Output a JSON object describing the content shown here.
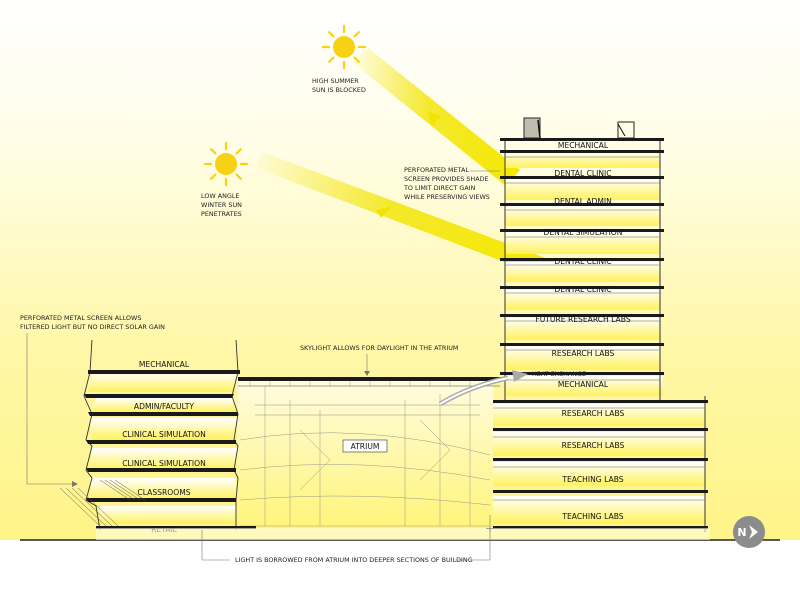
{
  "annotations": {
    "summer_sun": [
      "HIGH SUMMER",
      "SUN IS BLOCKED"
    ],
    "winter_sun": [
      "LOW ANGLE",
      "WINTER SUN",
      "PENETRATES"
    ],
    "tower_screen": [
      "PERFORATED  METAL",
      "SCREEN PROVIDES SHADE",
      "TO LIMIT DIRECT GAIN",
      "WHILE PRESERVING VIEWS"
    ],
    "west_screen": [
      "PERFORATED METAL SCREEN ALLOWS",
      "FILTERED LIGHT BUT NO DIRECT SOLAR GAIN"
    ],
    "skylight": "SKYLIGHT ALLOWS FOR DAYLIGHT IN THE ATRIUM",
    "heat_exchange": "HEAT EXCHANGE",
    "borrowed_light": "LIGHT IS BORROWED FROM ATRIUM INTO DEEPER SECTIONS OF BUILDING"
  },
  "tower_floors": [
    "MECHANICAL",
    "DENTAL CLINIC",
    "DENTAL ADMIN",
    "DENTAL SIMULATION",
    "DENTAL CLINIC",
    "DENTAL CLINIC",
    "FUTURE RESEARCH LABS",
    "RESEARCH LABS",
    "MECHANICAL",
    "RESEARCH LABS",
    "RESEARCH LABS",
    "TEACHING LABS",
    "TEACHING LABS"
  ],
  "west_floors": [
    "MECHANICAL",
    "ADMIN/FACULTY",
    "CLINICAL SIMULATION",
    "CLINICAL SIMULATION",
    "CLASSROOMS",
    "RETAIL"
  ],
  "atrium": "ATRIUM",
  "north_arrow": "N",
  "colors": {
    "sun": "#f7d214",
    "beam": "#f2e400",
    "glow": "#fff04a",
    "slab": "#1a1a1a",
    "line": "#555555"
  },
  "icons": [
    "sun-icon",
    "north-arrow-icon"
  ]
}
